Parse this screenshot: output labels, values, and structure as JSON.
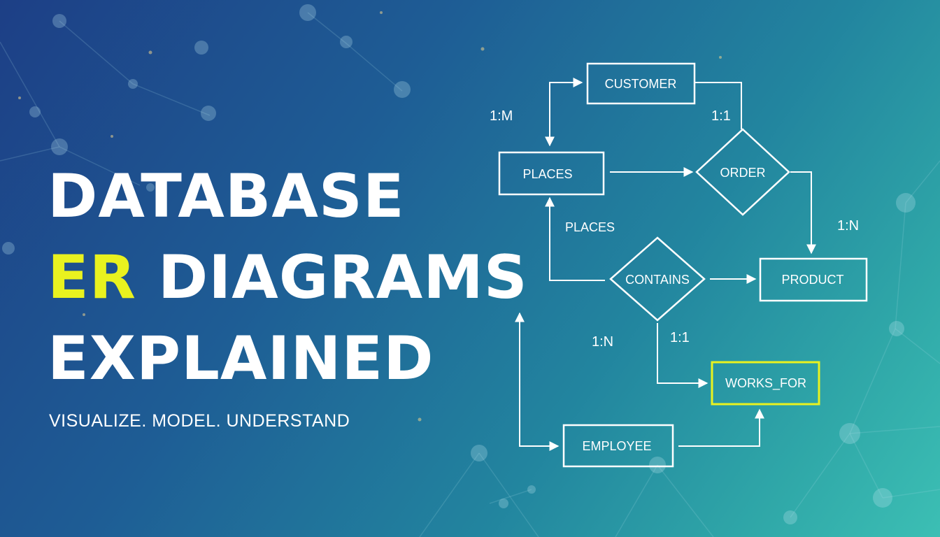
{
  "headline": {
    "line1": "DATABASE",
    "line2_accent": "ER",
    "line2_rest": " DIAGRAMS",
    "line3": "EXPLAINED"
  },
  "tagline": "VISUALIZE. MODEL. UNDERSTAND",
  "colors": {
    "text": "#ffffff",
    "accent": "#e9f21f",
    "line": "#ffffff"
  },
  "diagram": {
    "entities": [
      {
        "id": "customer",
        "label": "CUSTOMER"
      },
      {
        "id": "places",
        "label": "PLACES"
      },
      {
        "id": "product",
        "label": "PRODUCT"
      },
      {
        "id": "works_for",
        "label": "WORKS_FOR",
        "highlight": true
      },
      {
        "id": "employee",
        "label": "EMPLOYEE"
      }
    ],
    "relationships": [
      {
        "id": "order",
        "label": "ORDER"
      },
      {
        "id": "contains",
        "label": "CONTAINS"
      }
    ],
    "labels": {
      "places_text": "PLACES",
      "card_1m": "1:M",
      "card_11_top": "1:1",
      "card_1n_right": "1:N",
      "card_1n_bottom": "1:N",
      "card_11_bottom": "1:1"
    }
  }
}
